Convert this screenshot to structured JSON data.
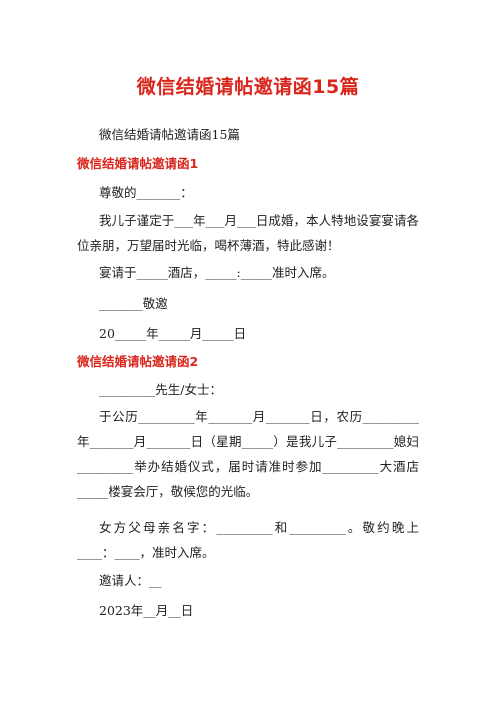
{
  "title": "微信结婚请帖邀请函15篇",
  "subtitle": "微信结婚请帖邀请函15篇",
  "sections": [
    {
      "heading": "微信结婚请帖邀请函1",
      "lines": [
        "尊敬的_______：",
        "我儿子谨定于___年___月___日成婚，本人特地设宴宴请各位亲朋，万望届时光临，喝杯薄酒，特此感谢！",
        "宴请于_____酒店，_____:_____准时入席。",
        "_______敬邀",
        "20_____年_____月_____日"
      ]
    },
    {
      "heading": "微信结婚请帖邀请函2",
      "lines": [
        "_________先生/女士：",
        "于公历_________年_______月_______日，农历_________年_______月_______日（星期_____）是我儿子_________媳妇_________举办结婚仪式，届时请准时参加_________大酒店_____楼宴会厅，敬候您的光临。",
        "女方父母亲名字：_________和_________。敬约晚上____：____，准时入席。",
        "邀请人：__",
        "2023年__月__日"
      ]
    }
  ]
}
